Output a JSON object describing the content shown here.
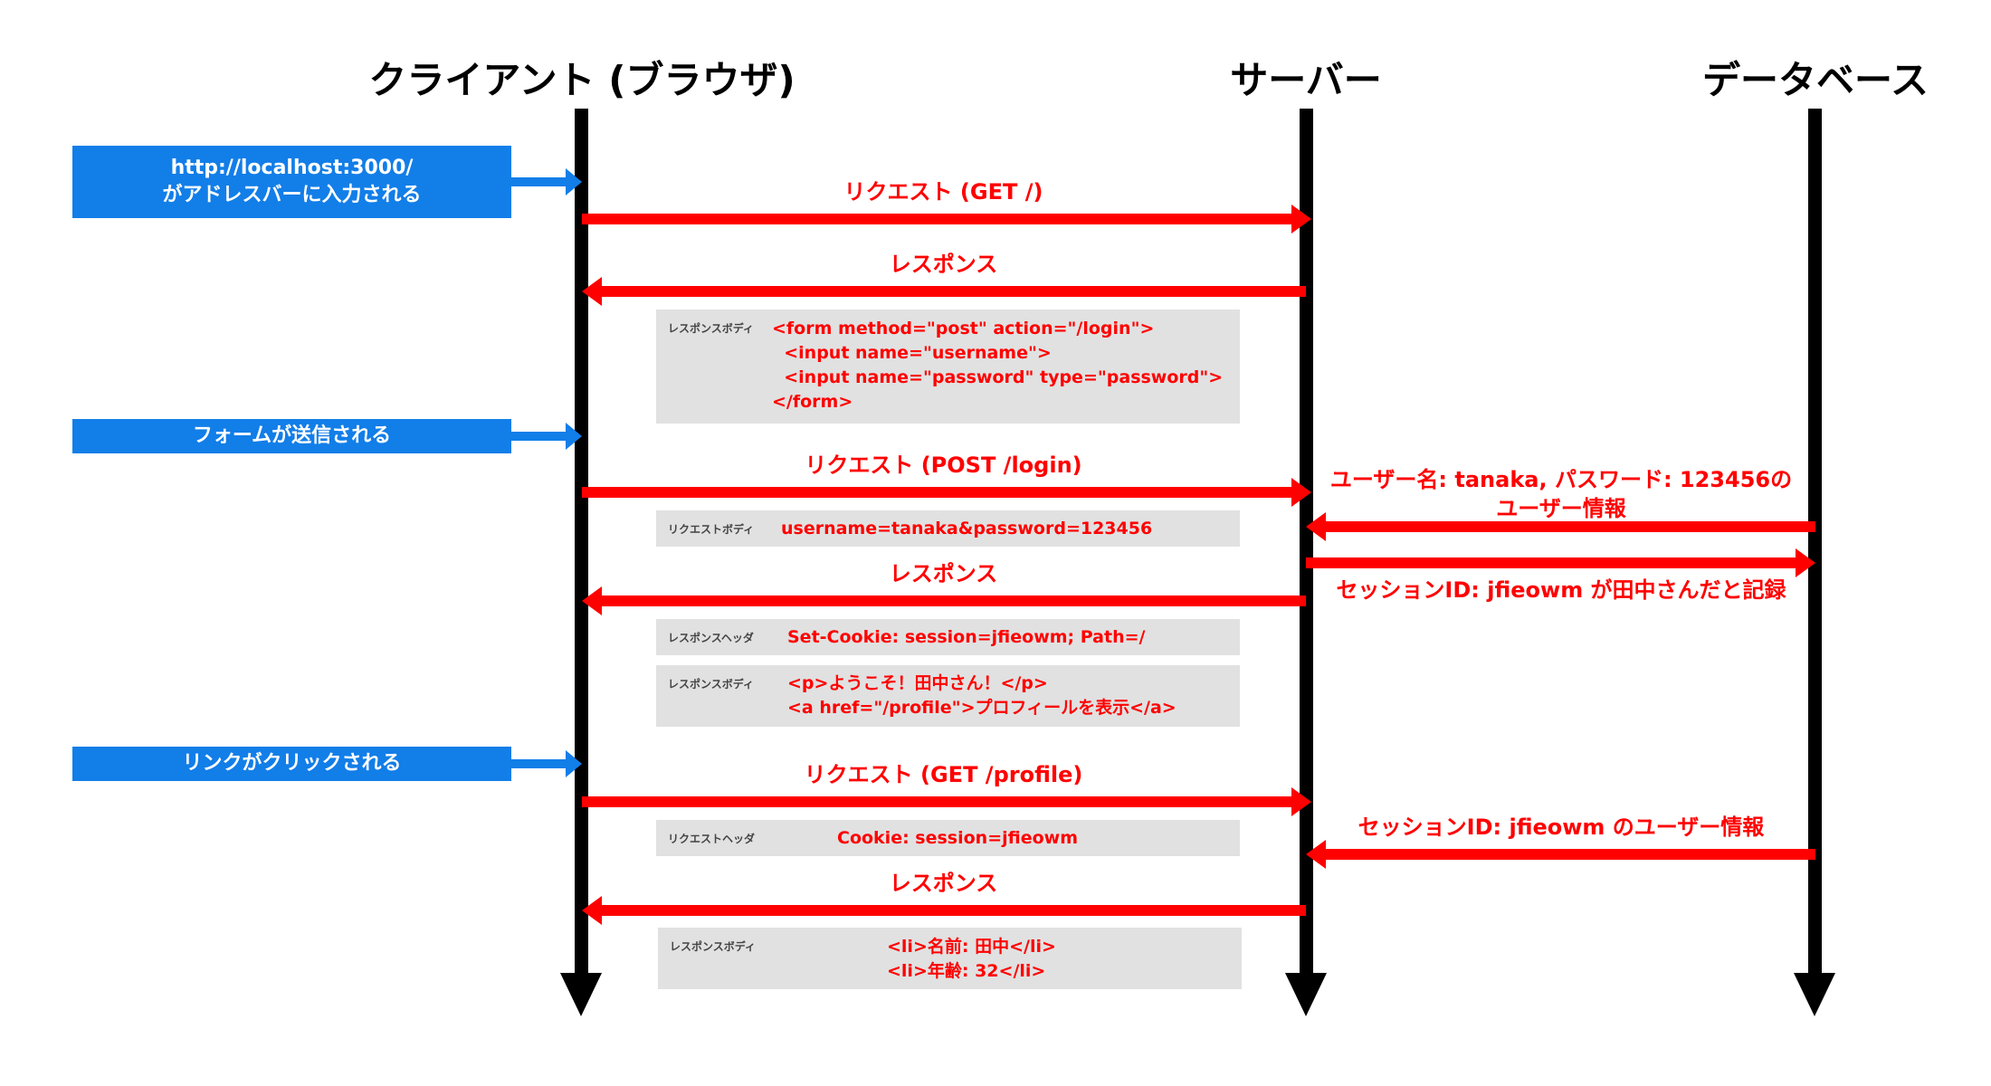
{
  "colors": {
    "message": "#ff0000",
    "trigger": "#127ee8",
    "lifeline": "#000000",
    "payload_bg": "#e1e1e1"
  },
  "actors": {
    "client": "クライアント (ブラウザ)",
    "server": "サーバー",
    "database": "データベース"
  },
  "triggers": [
    {
      "label": "http://localhost:3000/\nがアドレスバーに入力される"
    },
    {
      "label": "フォームが送信される"
    },
    {
      "label": "リンクがクリックされる"
    }
  ],
  "messages": [
    {
      "label": "リクエスト (GET /)",
      "from": "client",
      "to": "server"
    },
    {
      "label": "レスポンス",
      "from": "server",
      "to": "client"
    },
    {
      "label": "リクエスト (POST /login)",
      "from": "client",
      "to": "server"
    },
    {
      "label": "ユーザー名: tanaka, パスワード: 123456の\nユーザー情報",
      "from": "database",
      "to": "server"
    },
    {
      "label": "セッションID: jfieowm が田中さんだと記録",
      "from": "server",
      "to": "database"
    },
    {
      "label": "レスポンス",
      "from": "server",
      "to": "client"
    },
    {
      "label": "リクエスト (GET /profile)",
      "from": "client",
      "to": "server"
    },
    {
      "label": "セッションID: jfieowm のユーザー情報",
      "from": "database",
      "to": "server"
    },
    {
      "label": "レスポンス",
      "from": "server",
      "to": "client"
    }
  ],
  "payloads": [
    {
      "tag": "レスポンスボディ",
      "body": "<form method=\"post\" action=\"/login\">\n  <input name=\"username\">\n  <input name=\"password\" type=\"password\">\n</form>"
    },
    {
      "tag": "リクエストボディ",
      "body": "username=tanaka&password=123456"
    },
    {
      "tag": "レスポンスヘッダ",
      "body": "Set-Cookie: session=jfieowm; Path=/"
    },
    {
      "tag": "レスポンスボディ",
      "body": "<p>ようこそ！田中さん！</p>\n<a href=\"/profile\">プロフィールを表示</a>"
    },
    {
      "tag": "リクエストヘッダ",
      "body": "Cookie: session=jfieowm"
    },
    {
      "tag": "レスポンスボディ",
      "body": "<li>名前: 田中</li>\n<li>年齢: 32</li>"
    }
  ]
}
